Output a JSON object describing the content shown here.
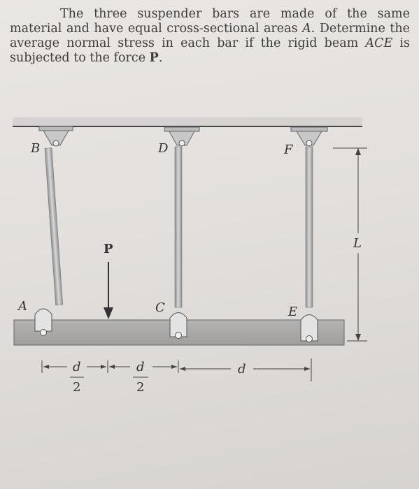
{
  "problem": {
    "p1": "The three suspender bars are made of the same material and have equal cross-sectional areas ",
    "area_symbol": "A",
    "p2": ". Determine the average normal stress in each bar if the rigid beam ",
    "beam_name": "ACE",
    "p3": " is subjected to the force ",
    "force_symbol": "P",
    "p4": "."
  },
  "figure": {
    "labels": {
      "B": "B",
      "D": "D",
      "F": "F",
      "A": "A",
      "C": "C",
      "E": "E",
      "P": "P",
      "L": "L"
    },
    "dims": {
      "d": "d",
      "two": "2"
    }
  }
}
